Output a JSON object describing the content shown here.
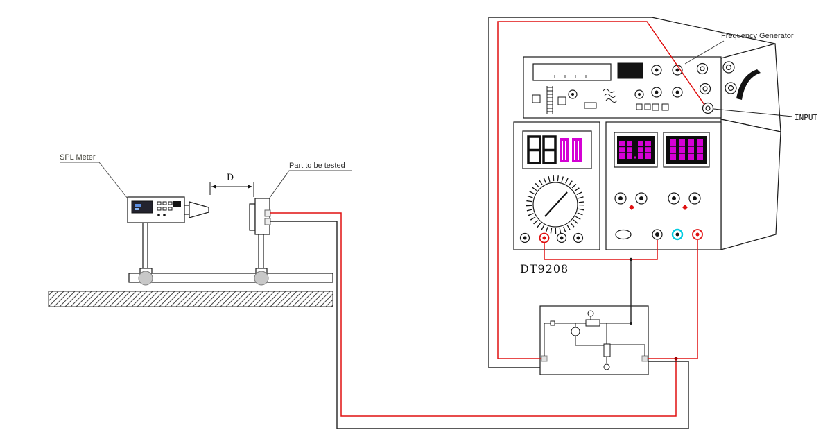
{
  "diagram": {
    "labels": {
      "spl_meter": "SPL Meter",
      "part_under_test": "Part to be tested",
      "dimension": "D",
      "frequency_generator": "Frequency Generator",
      "input": "INPUT",
      "multimeter_model": "DT9208"
    },
    "colors": {
      "wire_red": "#e01010",
      "display_magenta": "#d400d4",
      "jack_cyan": "#00cbe0",
      "wheel_gray": "#c8c8c8"
    }
  }
}
